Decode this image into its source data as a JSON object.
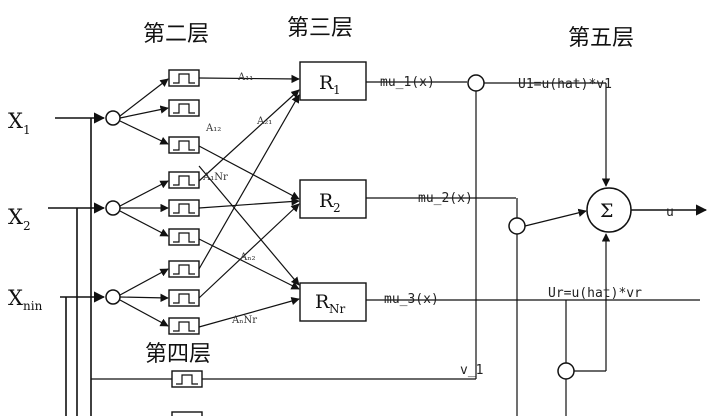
{
  "layer_titles": {
    "layer2": "第二层",
    "layer3": "第三层",
    "layer4": "第四层",
    "layer5": "第五层"
  },
  "inputs": [
    {
      "base": "X",
      "sub": "1"
    },
    {
      "base": "X",
      "sub": "2"
    },
    {
      "base": "X",
      "sub": "nin"
    }
  ],
  "rules": [
    {
      "base": "R",
      "sub": "1"
    },
    {
      "base": "R",
      "sub": "2"
    },
    {
      "base": "R",
      "sub": "Nr"
    }
  ],
  "weights": {
    "a1": "A₁₁",
    "a12": "A₁₂",
    "a21": "A₂₁",
    "a1nr": "A₁Nr",
    "an2": "Aₙ₂",
    "annr": "AₙNr"
  },
  "signals": {
    "mu1": "mu_1(x)",
    "mu2": "mu_2(x)",
    "mu3": "mu_3(x)",
    "u1": "U1=u(hat)*v1",
    "ur": "Ur=u(hat)*vr",
    "v1": "v_1",
    "sum_symbol": "Σ",
    "output": "u"
  }
}
